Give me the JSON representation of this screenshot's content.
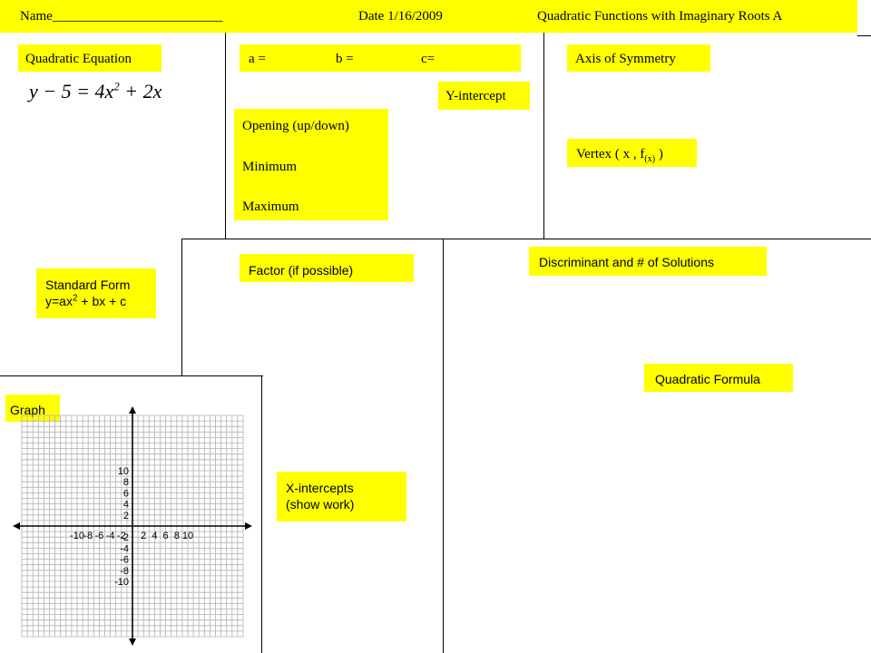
{
  "header": {
    "name": "Name_________________________",
    "date": "Date 1/16/2009",
    "title": "Quadratic Functions with Imaginary Roots A"
  },
  "labels": {
    "quadratic_equation": "Quadratic Equation",
    "a": "a =",
    "b": "b =",
    "c": "c=",
    "axis_of_symmetry": "Axis of Symmetry",
    "y_intercept": "Y-intercept",
    "opening": "Opening (up/down)",
    "minimum": "Minimum",
    "maximum": "Maximum",
    "vertex_prefix": "Vertex ( x , f",
    "vertex_sub": "(x)",
    "vertex_suffix": " )",
    "standard_form_line1": "Standard Form",
    "standard_form_y": "y=ax",
    "standard_form_exp": "2",
    "standard_form_rest": " + bx + c",
    "factor": "Factor (if possible)",
    "discriminant": "Discriminant and # of Solutions",
    "quadratic_formula": "Quadratic Formula",
    "graph": "Graph",
    "x_intercepts_line1": "X-intercepts",
    "x_intercepts_line2": "(show work)"
  },
  "equation": {
    "lhs": "y − 5 = 4x",
    "exp": "2",
    "rhs": " + 2x"
  },
  "graph": {
    "x_ticks": [
      "-10",
      "-8",
      "-6",
      "-4",
      "-2",
      "2",
      "4",
      "6",
      "8",
      "10"
    ],
    "y_ticks": [
      "10",
      "8",
      "6",
      "4",
      "2",
      "-2",
      "-4",
      "-6",
      "-8",
      "-10"
    ]
  }
}
